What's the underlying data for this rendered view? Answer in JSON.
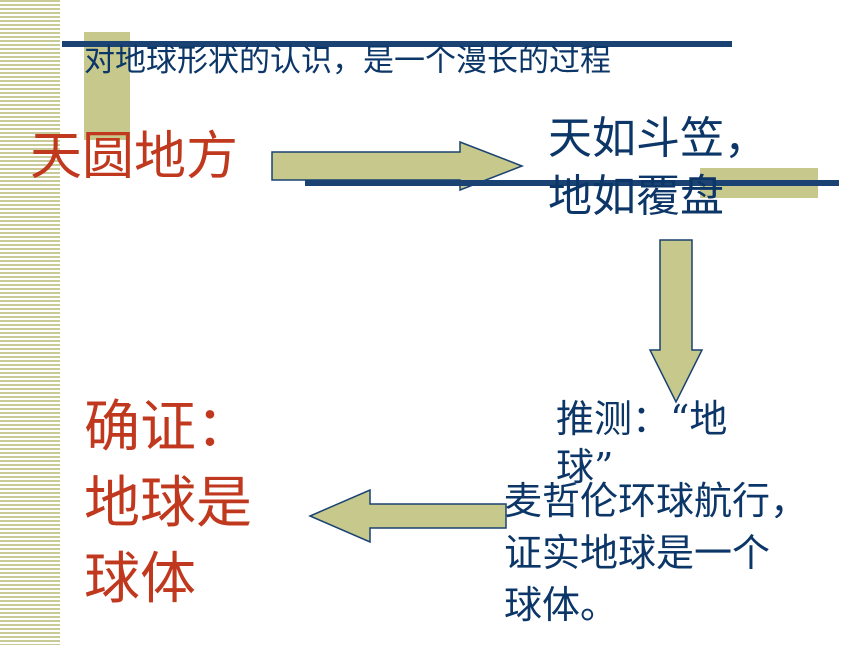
{
  "slide": {
    "title": "对地球形状的认识，是一个漫长的过程"
  },
  "stages": {
    "first": "天圆地方",
    "second_line1": "天如斗笠，",
    "second_line2": "地如覆盘",
    "third_line1": "推测：“地",
    "third_line2": "球”",
    "fourth_line1": "麦哲伦环球航行，",
    "fourth_line2": "证实地球是一个",
    "fourth_line3": "球体。",
    "conclusion_line1": "确证：",
    "conclusion_line2": "地球是",
    "conclusion_line3": "球体"
  },
  "colors": {
    "accent_red": "#c0391e",
    "text_navy": "#0b3667",
    "rule_navy": "#1a4272",
    "arrow_fill": "#c6c88c",
    "arrow_stroke": "#1a4272",
    "stripe": "#c8ca98"
  },
  "icons": {
    "arrow1": "right-arrow",
    "arrow2": "down-arrow",
    "arrow3": "left-arrow"
  }
}
